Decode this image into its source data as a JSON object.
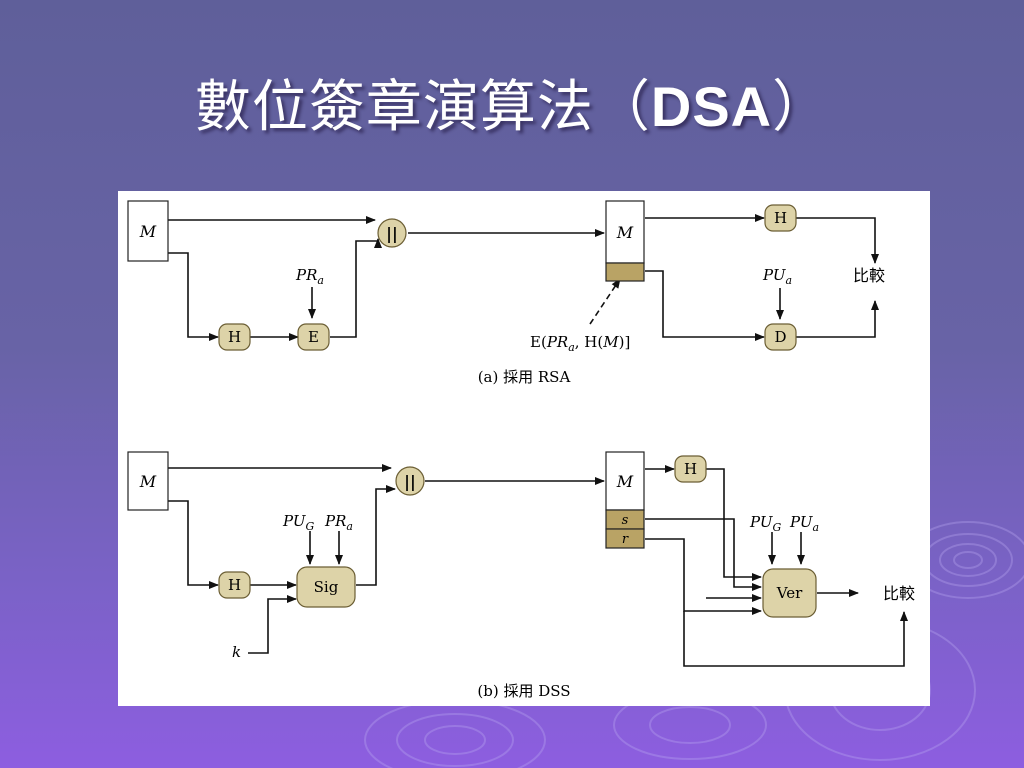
{
  "slide": {
    "title_cn": "數位簽章演算法（",
    "title_latin": "DSA",
    "title_end": "）"
  },
  "colors": {
    "node_fill": "#ddd3a8",
    "node_stroke": "#6b5e34",
    "sig_block": "#b9a365"
  },
  "diagram_a": {
    "caption": "(a) 採用 RSA",
    "msg": "M",
    "hash": "H",
    "encrypt": "E",
    "concat": "||",
    "key_priv": "PR",
    "key_priv_sub": "a",
    "recv_msg": "M",
    "recv_hash": "H",
    "key_pub": "PU",
    "key_pub_sub": "a",
    "decrypt": "D",
    "compare": "比較",
    "sig_label_pre": "E(",
    "sig_label_key": "PR",
    "sig_label_sub": "a",
    "sig_label_mid": ", H(",
    "sig_label_m": "M",
    "sig_label_end": ")]"
  },
  "diagram_b": {
    "caption": "(b) 採用 DSS",
    "msg": "M",
    "hash": "H",
    "sign": "Sig",
    "concat": "||",
    "key_pug": "PU",
    "key_pug_sub": "G",
    "key_pra": "PR",
    "key_pra_sub": "a",
    "random_k": "k",
    "recv_msg": "M",
    "recv_s": "s",
    "recv_r": "r",
    "recv_hash": "H",
    "ver_pug": "PU",
    "ver_pug_sub": "G",
    "ver_pua": "PU",
    "ver_pua_sub": "a",
    "verify": "Ver",
    "compare": "比較"
  }
}
